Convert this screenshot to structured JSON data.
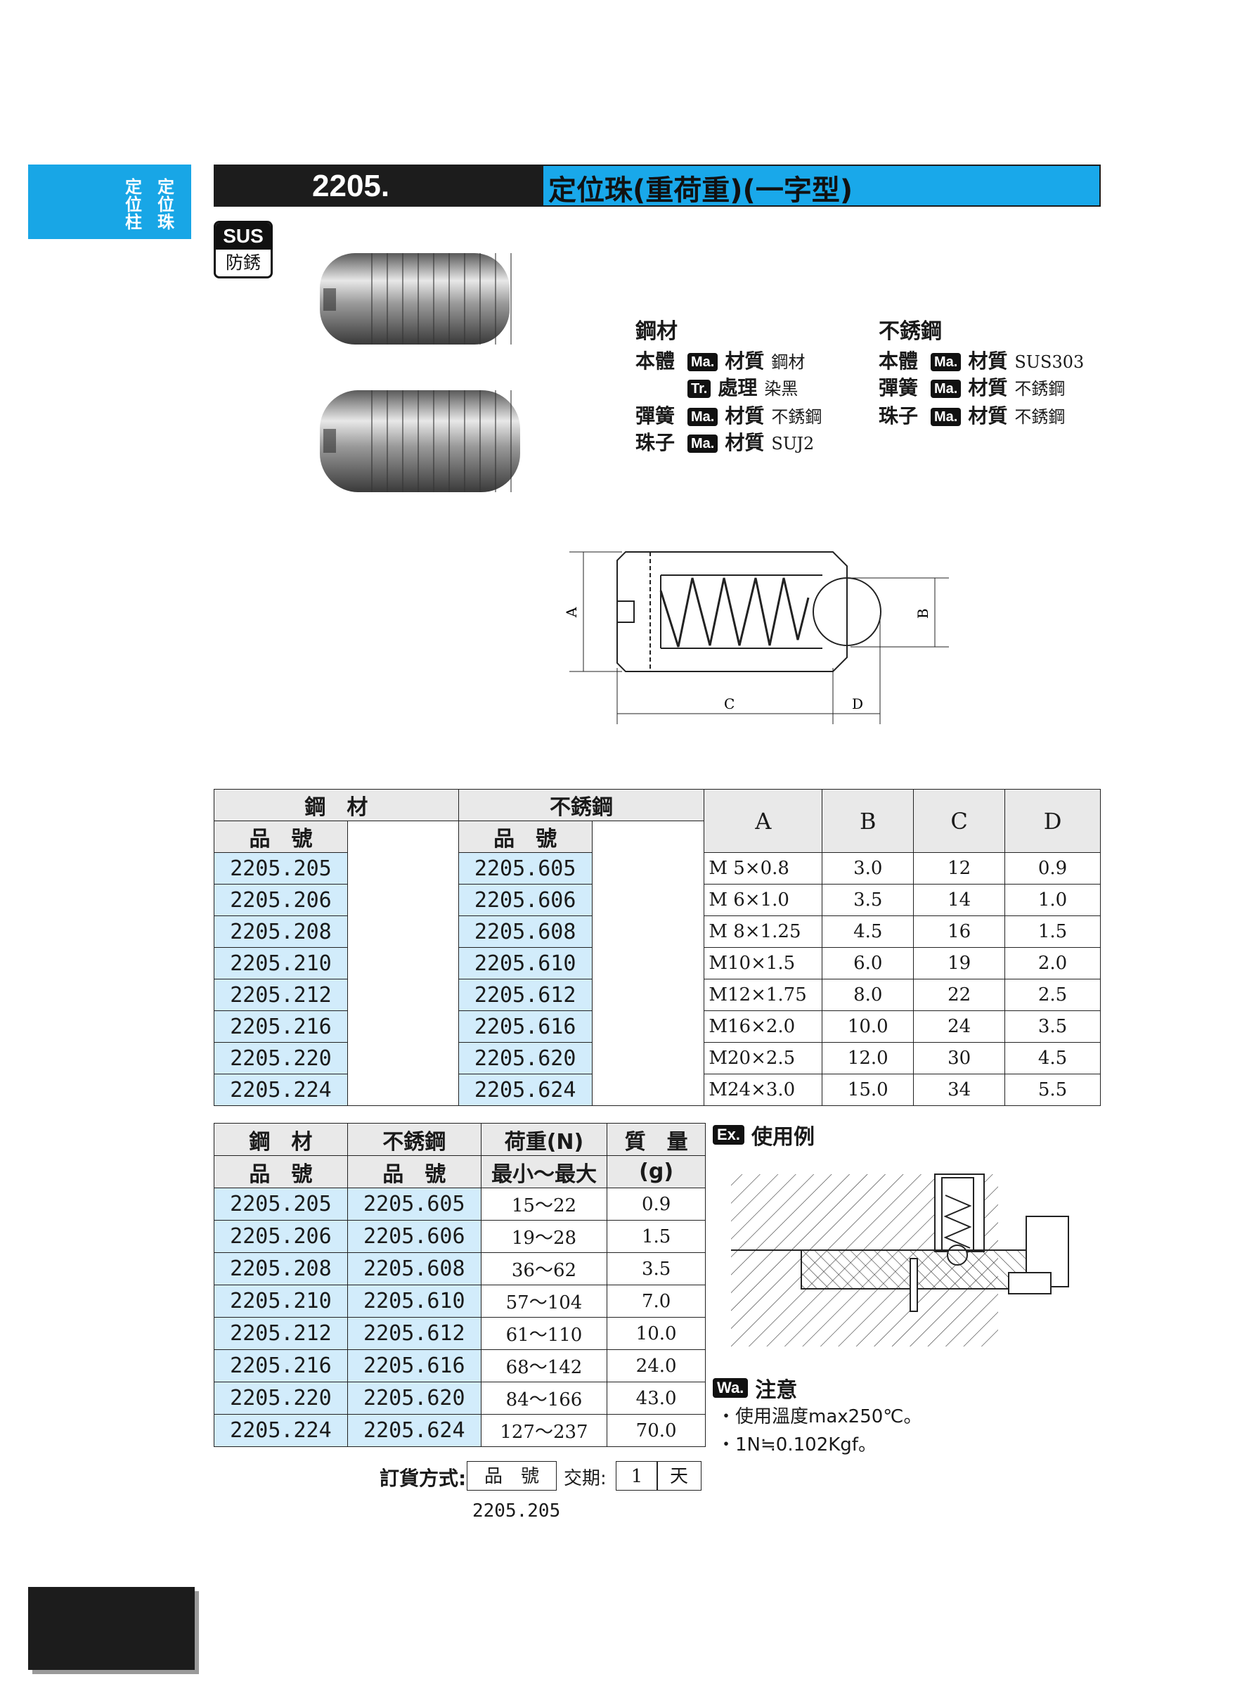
{
  "side_tab": {
    "col1": "定位珠",
    "col2": "定位柱",
    "mid_dot": "·"
  },
  "title": {
    "number": "2205.",
    "name": "定位珠(重荷重)(一字型)"
  },
  "badge": {
    "top": "SUS",
    "bottom": "防銹"
  },
  "materials": {
    "steel": {
      "heading": "鋼材",
      "rows": [
        {
          "part": "本體",
          "tag": "Ma.",
          "prop": "材質",
          "value": "鋼材"
        },
        {
          "part": "",
          "tag": "Tr.",
          "prop": "處理",
          "value": "染黑"
        },
        {
          "part": "彈簧",
          "tag": "Ma.",
          "prop": "材質",
          "value": "不銹鋼"
        },
        {
          "part": "珠子",
          "tag": "Ma.",
          "prop": "材質",
          "value": "SUJ2"
        }
      ]
    },
    "stainless": {
      "heading": "不銹鋼",
      "rows": [
        {
          "part": "本體",
          "tag": "Ma.",
          "prop": "材質",
          "value": "SUS303"
        },
        {
          "part": "彈簧",
          "tag": "Ma.",
          "prop": "材質",
          "value": "不銹鋼"
        },
        {
          "part": "珠子",
          "tag": "Ma.",
          "prop": "材質",
          "value": "不銹鋼"
        }
      ]
    }
  },
  "drawing": {
    "label_a": "A",
    "label_b": "B",
    "label_c": "C",
    "label_d": "D"
  },
  "spec_table": {
    "header_steel": "鋼　材",
    "header_stainless": "不銹鋼",
    "header_part_no": "品　號",
    "columns": [
      "A",
      "B",
      "C",
      "D"
    ],
    "rows": [
      {
        "steel": "2205.205",
        "stainless": "2205.605",
        "a": "M 5×0.8",
        "b": "3.0",
        "c": "12",
        "d": "0.9"
      },
      {
        "steel": "2205.206",
        "stainless": "2205.606",
        "a": "M 6×1.0",
        "b": "3.5",
        "c": "14",
        "d": "1.0"
      },
      {
        "steel": "2205.208",
        "stainless": "2205.608",
        "a": "M 8×1.25",
        "b": "4.5",
        "c": "16",
        "d": "1.5"
      },
      {
        "steel": "2205.210",
        "stainless": "2205.610",
        "a": "M10×1.5",
        "b": "6.0",
        "c": "19",
        "d": "2.0"
      },
      {
        "steel": "2205.212",
        "stainless": "2205.612",
        "a": "M12×1.75",
        "b": "8.0",
        "c": "22",
        "d": "2.5"
      },
      {
        "steel": "2205.216",
        "stainless": "2205.616",
        "a": "M16×2.0",
        "b": "10.0",
        "c": "24",
        "d": "3.5"
      },
      {
        "steel": "2205.220",
        "stainless": "2205.620",
        "a": "M20×2.5",
        "b": "12.0",
        "c": "30",
        "d": "4.5"
      },
      {
        "steel": "2205.224",
        "stainless": "2205.624",
        "a": "M24×3.0",
        "b": "15.0",
        "c": "34",
        "d": "5.5"
      }
    ]
  },
  "load_table": {
    "h_steel": "鋼　材",
    "h_stainless": "不銹鋼",
    "h_load": "荷重(N)",
    "h_weight": "質　量",
    "h_part_no": "品　號",
    "h_minmax": "最小～最大",
    "h_unit_g": "(g)",
    "rows": [
      {
        "steel": "2205.205",
        "stainless": "2205.605",
        "load": "15～22",
        "weight": "0.9"
      },
      {
        "steel": "2205.206",
        "stainless": "2205.606",
        "load": "19～28",
        "weight": "1.5"
      },
      {
        "steel": "2205.208",
        "stainless": "2205.608",
        "load": "36～62",
        "weight": "3.5"
      },
      {
        "steel": "2205.210",
        "stainless": "2205.610",
        "load": "57～104",
        "weight": "7.0"
      },
      {
        "steel": "2205.212",
        "stainless": "2205.612",
        "load": "61～110",
        "weight": "10.0"
      },
      {
        "steel": "2205.216",
        "stainless": "2205.616",
        "load": "68～142",
        "weight": "24.0"
      },
      {
        "steel": "2205.220",
        "stainless": "2205.620",
        "load": "84～166",
        "weight": "43.0"
      },
      {
        "steel": "2205.224",
        "stainless": "2205.624",
        "load": "127～237",
        "weight": "70.0"
      }
    ]
  },
  "example": {
    "tag": "Ex.",
    "title": "使用例"
  },
  "warning": {
    "tag": "Wa.",
    "title": "注意",
    "notes": [
      "・使用溫度max250℃。",
      "・1N≒0.102Kgf。"
    ]
  },
  "order": {
    "label": "訂貨方式:",
    "part_no": "品　號",
    "lead_label": "交期:",
    "lead_value": "1",
    "lead_unit": "天",
    "example": "2205.205"
  }
}
